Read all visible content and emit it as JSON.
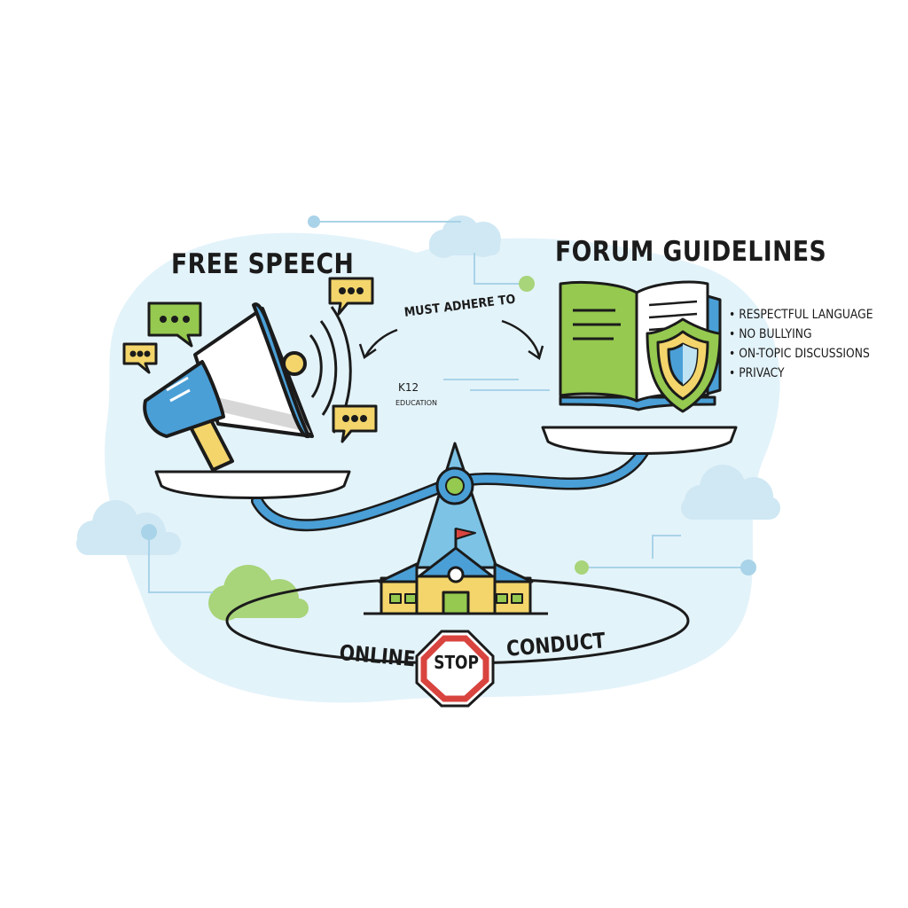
{
  "labels": {
    "free_speech": "FREE SPEECH",
    "forum_guidelines": "FORUM GUIDELINES",
    "must_adhere": "MUST ADHERE TO",
    "k12": "K12",
    "education": "EDUCATION",
    "online": "ONLINE",
    "conduct": "CONDUCT",
    "stop": "STOP"
  },
  "guidelines": [
    "RESPECTFUL LANGUAGE",
    "NO BULLYING",
    "ON-TOPIC DISCUSSIONS",
    "PRIVACY"
  ],
  "icons": [
    "megaphone-icon",
    "speech-bubble-icon",
    "book-icon",
    "shield-icon",
    "school-icon",
    "stop-sign-icon",
    "cloud-icon",
    "balance-scale-icon"
  ],
  "colors": {
    "blue": "#4a9fd6",
    "light_blue": "#bfe3f3",
    "green": "#95c94f",
    "yellow": "#f3d56b",
    "red": "#d9443f",
    "outline": "#1b1b1b",
    "backdrop": "#e3f3fa"
  }
}
